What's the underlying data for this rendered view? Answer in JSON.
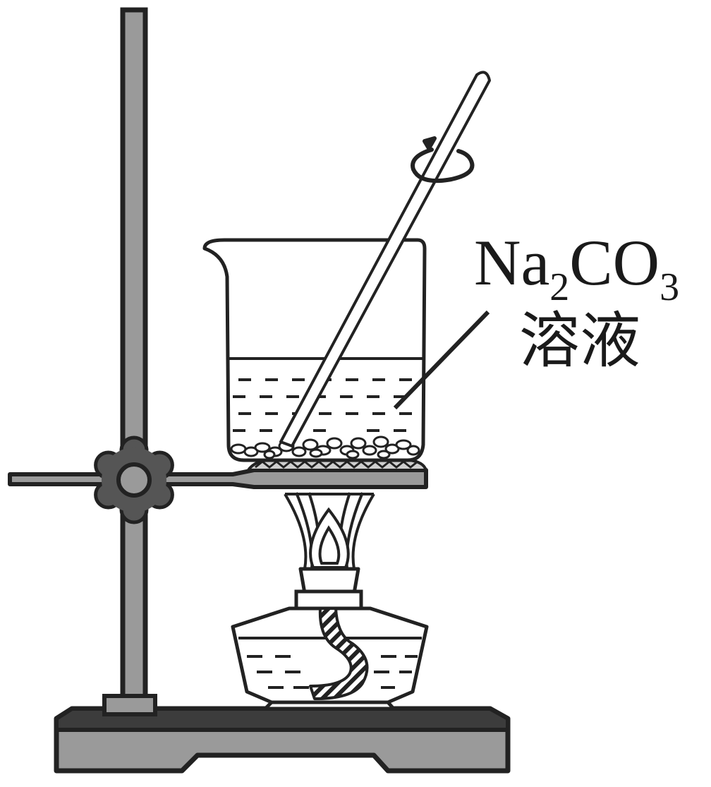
{
  "label": {
    "formula_main_1": "Na",
    "formula_sub_1": "2",
    "formula_main_2": "CO",
    "formula_sub_2": "3",
    "solution_word": "溶液"
  },
  "colors": {
    "outline": "#222222",
    "metal_gray": "#9a9a9a",
    "dark_gray": "#555555",
    "background": "#ffffff"
  }
}
